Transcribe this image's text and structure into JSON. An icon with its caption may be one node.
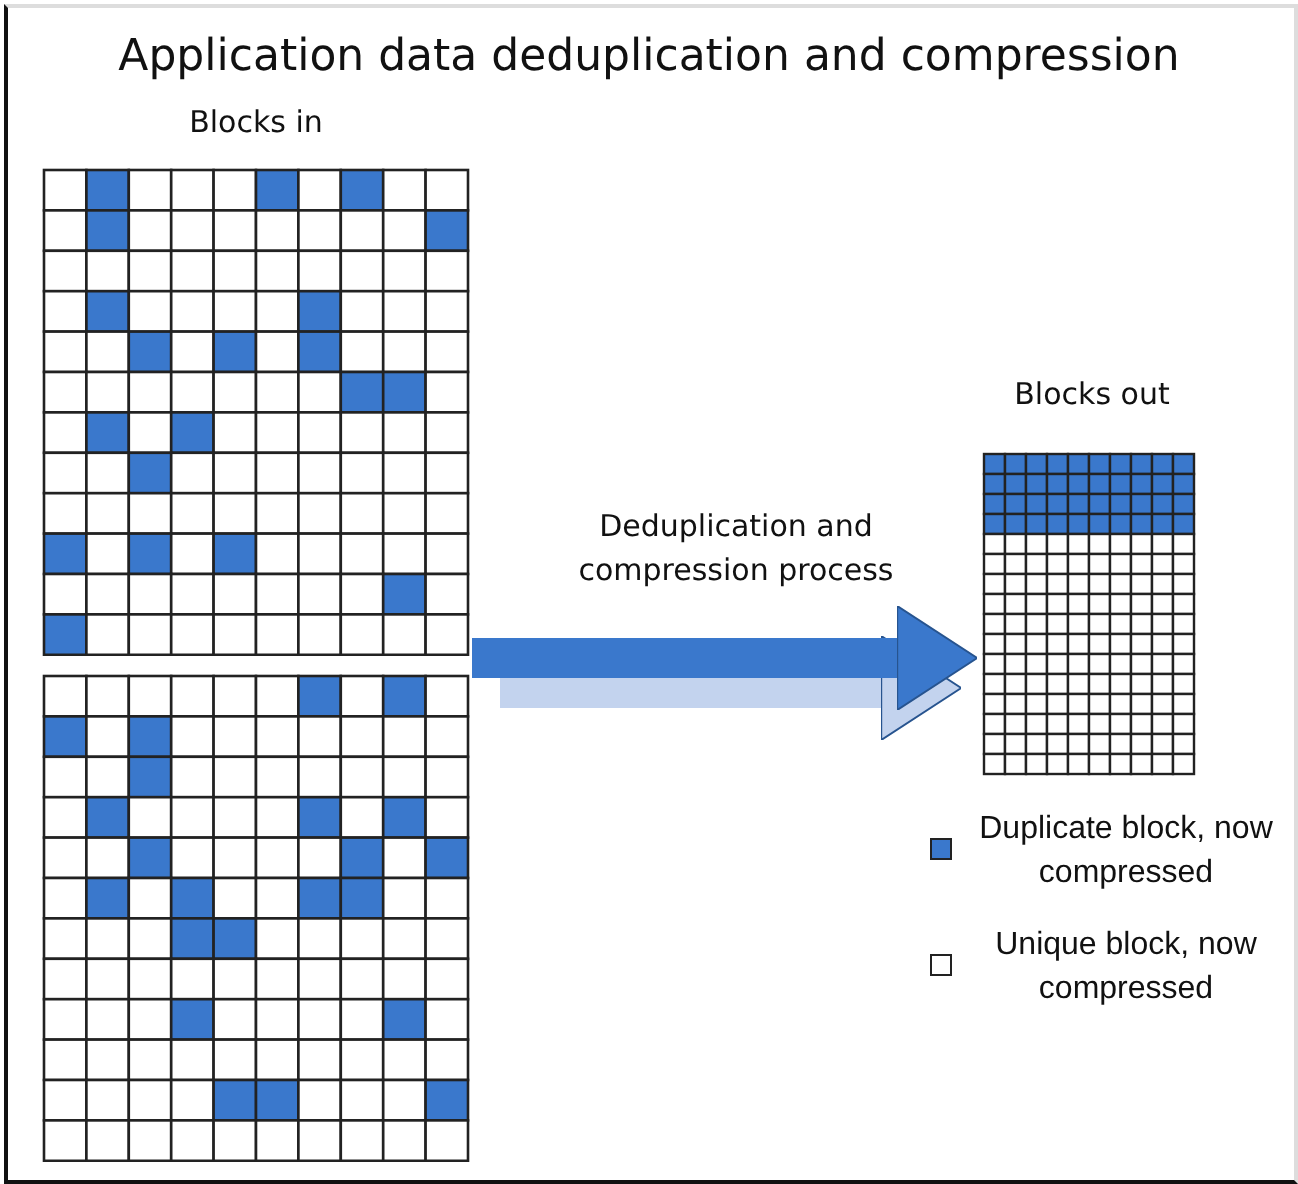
{
  "diagram": {
    "title": "Application data deduplication and compression",
    "nodes": [
      {
        "text": [
          "Blocks in"
        ]
      },
      {
        "text": [
          "Blocks out"
        ]
      }
    ],
    "edges": [
      {
        "from": 0,
        "to": 1,
        "arrow": "to",
        "label": "Deduplication and compression process"
      }
    ],
    "legend": [
      {
        "text": "Duplicate block, now compressed",
        "color": "#3a78cc"
      },
      {
        "text": "Unique block, now compressed",
        "color": "#ffffff"
      }
    ]
  }
}
